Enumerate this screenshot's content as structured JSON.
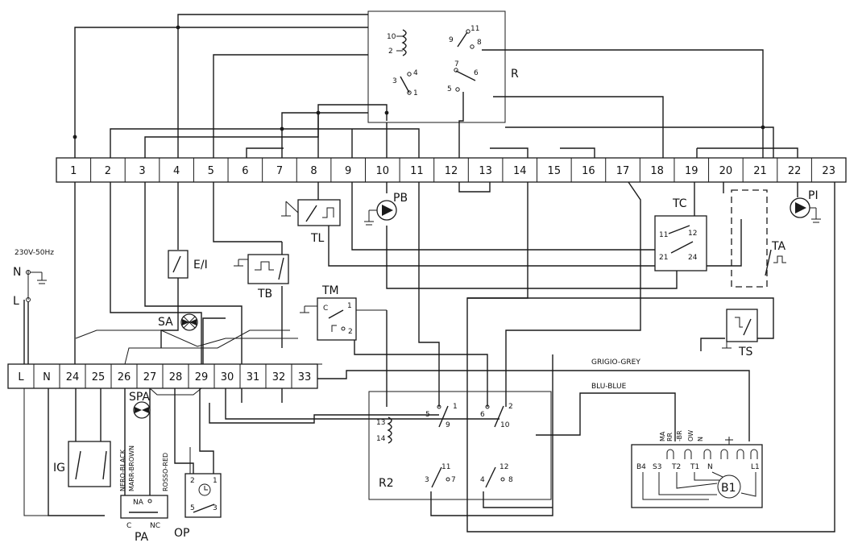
{
  "strip_top": {
    "terminals": [
      "1",
      "2",
      "3",
      "4",
      "5",
      "6",
      "7",
      "8",
      "9",
      "10",
      "11",
      "12",
      "13",
      "14",
      "15",
      "16",
      "17",
      "18",
      "19",
      "20",
      "21",
      "22",
      "23"
    ]
  },
  "strip_bottom": {
    "terminals": [
      "L",
      "N",
      "24",
      "25",
      "26",
      "27",
      "28",
      "29",
      "30",
      "31",
      "32",
      "33"
    ]
  },
  "supply": {
    "voltage": "230V-50Hz",
    "n": "N",
    "l": "L"
  },
  "relay_r": {
    "label": "R",
    "coil_top": "10",
    "coil_bottom": "2",
    "contacts_a": {
      "c": "3",
      "no": "4",
      "nc": "1"
    },
    "contacts_b": {
      "c": "9",
      "no": "11",
      "nc": "8"
    },
    "contacts_c": {
      "c": "7",
      "no": "6",
      "nc": "5"
    }
  },
  "relay_r2": {
    "label": "R2",
    "coil_top": "13",
    "coil_bottom": "14",
    "c1": {
      "a": "5",
      "b": "1",
      "c": "9"
    },
    "c2": {
      "a": "6",
      "b": "2",
      "c": "10"
    },
    "c3": {
      "a": "3",
      "b": "11",
      "c": "7"
    },
    "c4": {
      "a": "4",
      "b": "12",
      "c": "8"
    }
  },
  "components": {
    "pb": "PB",
    "pi": "PI",
    "tl": "TL",
    "tb": "TB",
    "tm": "TM",
    "ts": "TS",
    "tc": "TC",
    "ta": "TA",
    "ei": "E/I",
    "sa": "SA",
    "spa": "SPA",
    "ig": "IG",
    "pa": "PA",
    "op": "OP",
    "b1": "B1"
  },
  "tm_terms": {
    "c": "C",
    "t1": "1",
    "t2": "2"
  },
  "tc_terms": {
    "a": "11",
    "b": "12",
    "c": "21",
    "d": "24"
  },
  "pa_terms": {
    "na": "NA",
    "c": "C",
    "nc": "NC"
  },
  "op_terms": {
    "a": "2",
    "b": "1",
    "c": "5",
    "d": "3"
  },
  "wire_labels": {
    "grey": "GRIGIO-GREY",
    "blue": "BLU-BLUE",
    "black": "NERO-BLACK",
    "brown": "MARR-BROWN",
    "red": "ROSSO-RED"
  },
  "b1_block": {
    "terminals": [
      "B4",
      "S3",
      "T2",
      "T1",
      "N",
      "L1"
    ],
    "wire_tags": [
      "MA",
      "RR",
      "-BR",
      "OW",
      "N"
    ]
  }
}
